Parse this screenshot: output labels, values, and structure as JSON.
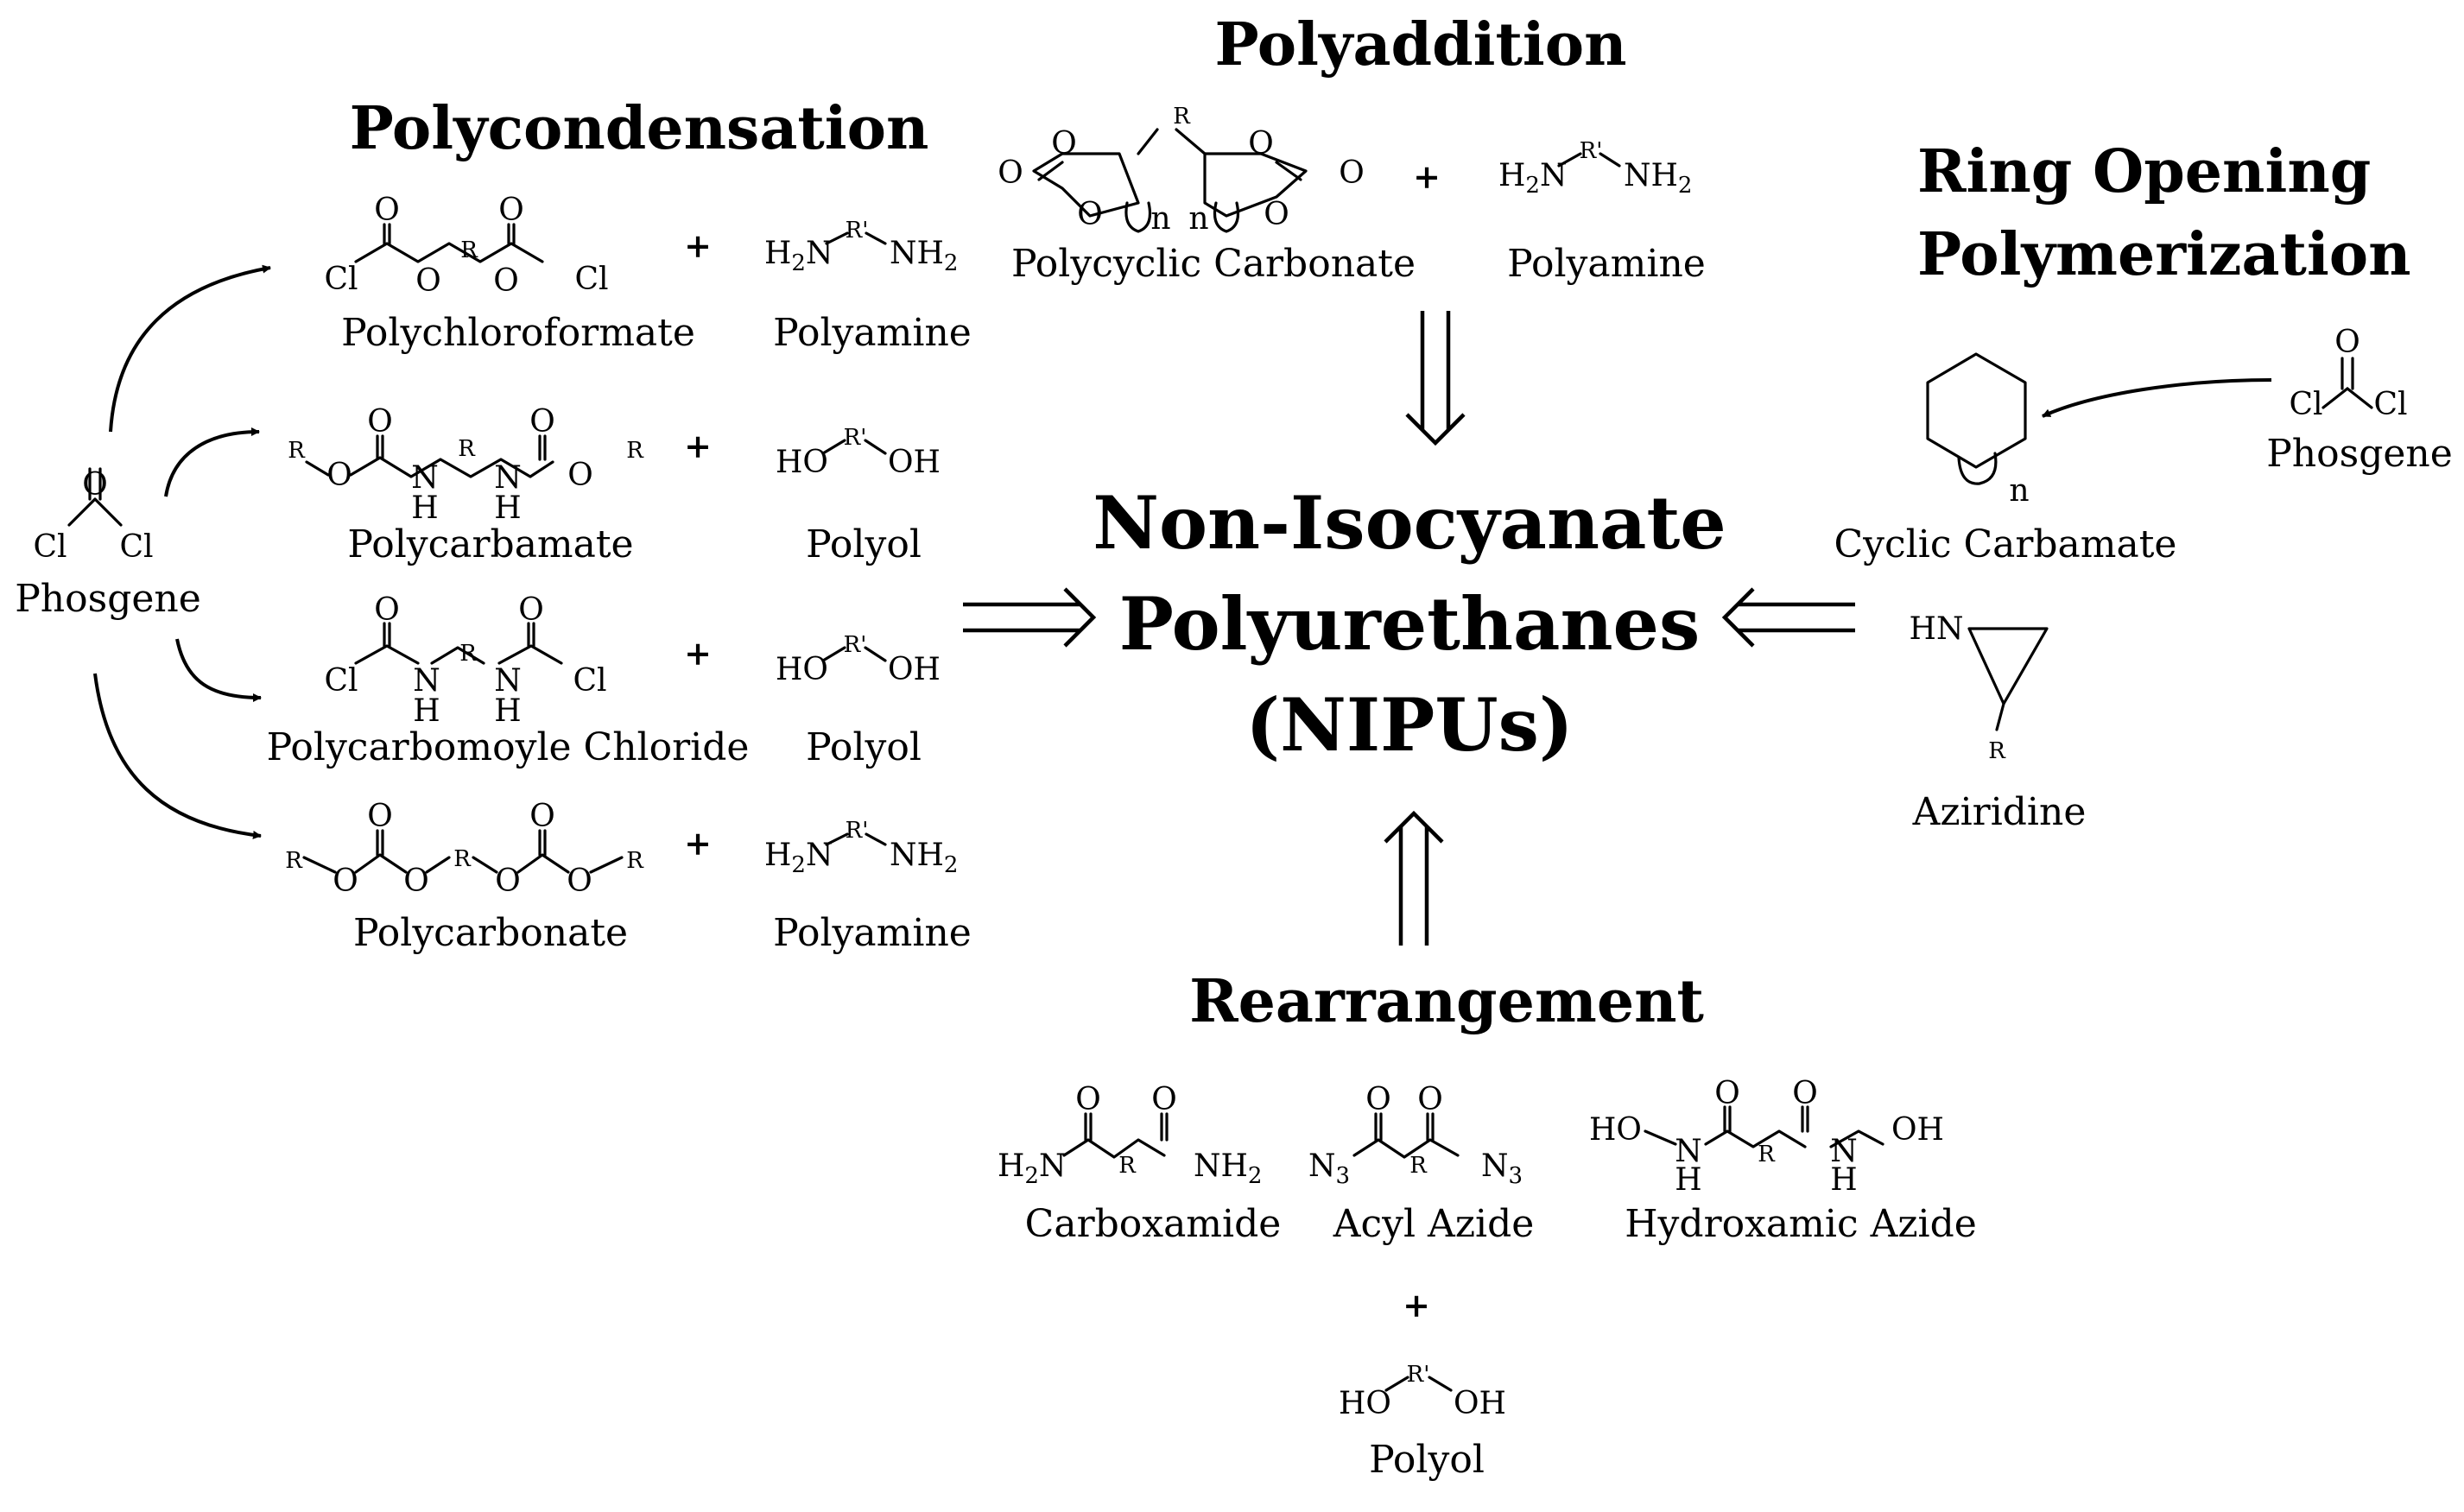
{
  "headings": {
    "polyaddition": "Polyaddition",
    "polycondensation": "Polycondensation",
    "rop_line1": "Ring Opening",
    "rop_line2": "Polymerization",
    "rearrangement": "Rearrangement"
  },
  "center": {
    "line1": "Non-Isocyanate",
    "line2": "Polyurethanes",
    "line3": "(NIPUs)"
  },
  "labels": {
    "polycyclic_carbonate": "Polycyclic Carbonate",
    "polyamine_top": "Polyamine",
    "polychloroformate": "Polychloroformate",
    "polyamine_1": "Polyamine",
    "polycarbamate": "Polycarbamate",
    "polyol_1": "Polyol",
    "polycarbomoyle_chloride": "Polycarbomoyle Chloride",
    "polyol_2": "Polyol",
    "polycarbonate": "Polycarbonate",
    "polyamine_2": "Polyamine",
    "phosgene_left": "Phosgene",
    "phosgene_right": "Phosgene",
    "cyclic_carbamate": "Cyclic Carbamate",
    "aziridine": "Aziridine",
    "carboxamide": "Carboxamide",
    "acyl_azide": "Acyl Azide",
    "hydroxamic_azide": "Hydroxamic Azide",
    "polyol_bottom": "Polyol"
  },
  "plus": "+",
  "atoms": {
    "O": "O",
    "Cl": "Cl",
    "R": "R",
    "Rp": "R'",
    "N": "N",
    "H": "H",
    "HN": "HN",
    "HO": "HO",
    "OH": "OH",
    "n": "n",
    "H2N_main": "H",
    "H2N_sub": "2",
    "H2N_tail": "N",
    "NH2_main": "NH",
    "NH2_sub": "2",
    "N3_main": "N",
    "N3_sub": "3"
  }
}
